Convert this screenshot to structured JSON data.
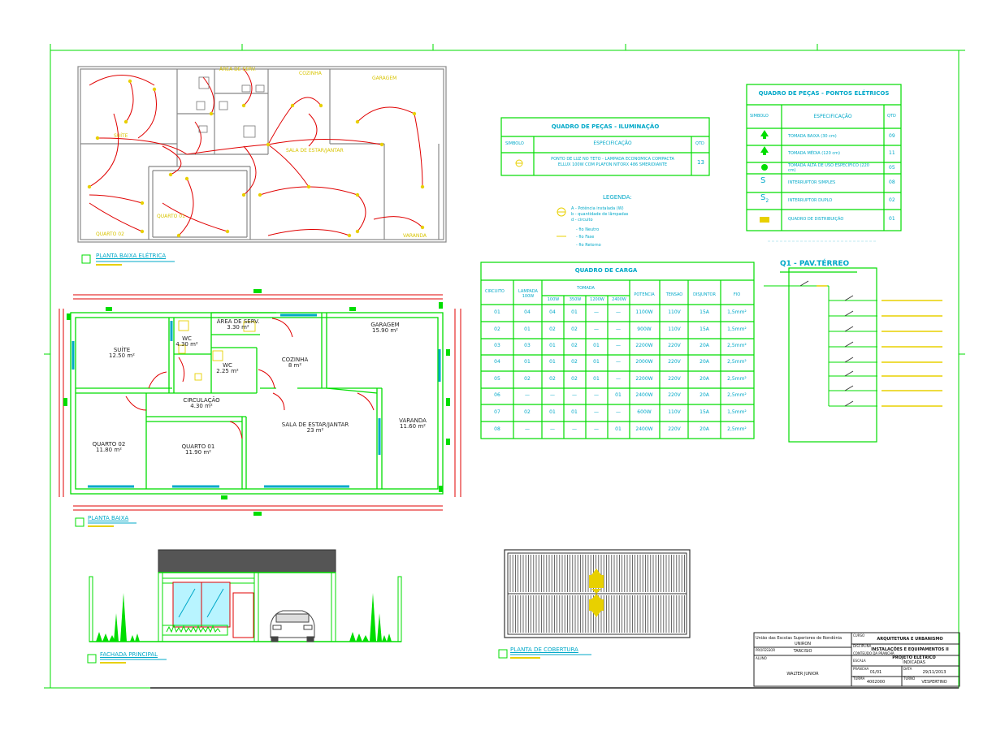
{
  "room_labels": [
    {
      "id": "suite",
      "name": "SUÍTE",
      "area": "12.50 m²"
    },
    {
      "id": "wc1",
      "name": "WC",
      "area": "4.30 m²"
    },
    {
      "id": "servico",
      "name": "ÁREA DE SERV.",
      "area": "3.30 m²"
    },
    {
      "id": "wc2",
      "name": "WC",
      "area": "2.25 m²"
    },
    {
      "id": "cozinha",
      "name": "COZINHA",
      "area": "8 m²"
    },
    {
      "id": "garagem",
      "name": "GARAGEM",
      "area": "15.90 m²"
    },
    {
      "id": "circulacao",
      "name": "CIRCULAÇÃO",
      "area": "4.30 m²"
    },
    {
      "id": "sala",
      "name": "SALA DE ESTAR/JANTAR",
      "area": "23 m²"
    },
    {
      "id": "varanda",
      "name": "VARANDA",
      "area": "11.60 m²"
    },
    {
      "id": "quarto02",
      "name": "QUARTO 02",
      "area": "11.80 m²"
    },
    {
      "id": "quarto01",
      "name": "QUARTO 01",
      "area": "11.90 m²"
    }
  ],
  "electric_plan_labels": [
    "ÁREA DE SERV.",
    "COZINHA",
    "GARAGEM",
    "SUÍTE",
    "SALA DE ESTAR/JANTAR",
    "QUARTO 02",
    "QUARTO 01",
    "VARANDA"
  ],
  "drawing_titles": {
    "electric": "PLANTA BAIXA ELÉTRICA",
    "floor": "PLANTA BAIXA",
    "facade": "FACHADA PRINCIPAL",
    "roof": "PLANTA DE COBERTURA"
  },
  "lighting_table": {
    "title": "QUADRO DE PEÇAS - ILUMINAÇÃO",
    "headers": [
      "SIMBOLO",
      "ESPECIFICAÇÃO",
      "QTD"
    ],
    "row_spec_1": "PONTO DE LUZ NO TETO - LAMPADA ECONOMICA COMPACTA",
    "row_spec_2": "ELLUX 100W COM PLAFON NITORX 486 SMERIDIANTE",
    "row_qty": "13"
  },
  "legend": {
    "title": "LEGENDA:",
    "items": [
      "A - Potência instalada (W)",
      "b - quantidade de lâmpadas",
      "d - circuito",
      "- fio Neutro",
      "- fio Fase",
      "- fio Retorno"
    ]
  },
  "parts_table": {
    "title": "QUADRO DE PEÇAS - PONTOS ELÉTRICOS",
    "headers": [
      "SIMBOLO",
      "ESPECIFICAÇÃO",
      "QTD"
    ],
    "rows": [
      {
        "spec": "TOMADA BAIXA (30 cm)",
        "qty": "09"
      },
      {
        "spec": "TOMADA MÉDIA (120 cm)",
        "qty": "11"
      },
      {
        "spec": "TOMADA ALTA DE USO ESPECÍFICO (220 cm)",
        "qty": "05"
      },
      {
        "spec": "INTERRUPTOR SIMPLES",
        "qty": "08"
      },
      {
        "spec": "INTERRUPTOR DUPLO",
        "qty": "02"
      },
      {
        "spec": "QUADRO DE DISTRIBUIÇÃO",
        "qty": "01"
      }
    ]
  },
  "load_table": {
    "title": "QUADRO DE CARGA",
    "h_circuito": "CIRCUITO",
    "h_lampada": "LAMPADA 100W",
    "h_tomada": "TOMADA",
    "h_sub": [
      "100W",
      "350W",
      "1200W",
      "2400W"
    ],
    "h_potencia": "POTENCIA",
    "h_tensao": "TENSAO",
    "h_disjuntor": "DISJUNTOR",
    "h_fio": "FIO",
    "rows": [
      [
        "01",
        "04",
        "04",
        "01",
        "—",
        "—",
        "1100W",
        "110V",
        "15A",
        "1,5mm²"
      ],
      [
        "02",
        "01",
        "02",
        "02",
        "—",
        "—",
        "900W",
        "110V",
        "15A",
        "1,5mm²"
      ],
      [
        "03",
        "03",
        "01",
        "02",
        "01",
        "—",
        "2200W",
        "220V",
        "20A",
        "2,5mm²"
      ],
      [
        "04",
        "01",
        "01",
        "02",
        "01",
        "—",
        "2000W",
        "220V",
        "20A",
        "2,5mm²"
      ],
      [
        "05",
        "02",
        "02",
        "02",
        "01",
        "—",
        "2200W",
        "220V",
        "20A",
        "2,5mm²"
      ],
      [
        "06",
        "—",
        "—",
        "—",
        "—",
        "01",
        "2400W",
        "220V",
        "20A",
        "2,5mm²"
      ],
      [
        "07",
        "02",
        "01",
        "01",
        "—",
        "—",
        "600W",
        "110V",
        "15A",
        "1,5mm²"
      ],
      [
        "08",
        "—",
        "—",
        "—",
        "—",
        "01",
        "2400W",
        "220V",
        "20A",
        "2,5mm²"
      ]
    ]
  },
  "unifilar": {
    "title": "Q1 - PAV.TÉRREO"
  },
  "title_block": {
    "institution": "União das Escolas Superiores de Rondônia",
    "institution_sub": "UNIRON",
    "curso_label": "CURSO",
    "curso": "ARQUITETURA E URBANISMO",
    "disciplina_label": "DISCIPLINA",
    "disciplina": "INSTALAÇÕES E EQUIPAMENTOS II",
    "professor_label": "PROFESSOR",
    "professor": "TARCISIO",
    "conteudo_label": "CONTEÚDO DA PRANCHA",
    "conteudo": "PROJETO ELÉTRICO",
    "aluno_label": "ALUNO",
    "aluno": "WALTER JUNIOR",
    "escala_label": "ESCALA",
    "escala": "INDICADAS",
    "prancha_label": "PRANCHA",
    "prancha": "01/01",
    "data_label": "DATA",
    "data": "29/11/2013",
    "turma_label": "TURMA",
    "turma": "4002000",
    "turno_label": "TURNO",
    "turno": "VESPERTINO"
  }
}
